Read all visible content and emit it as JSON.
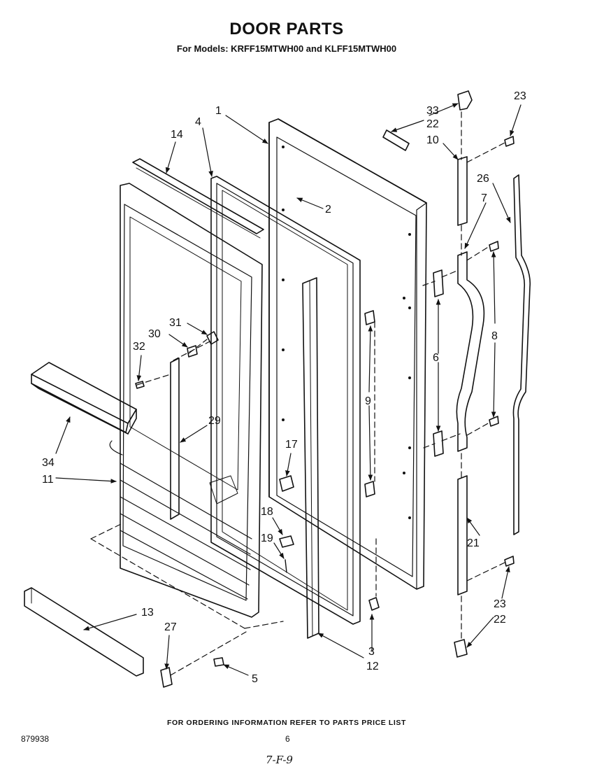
{
  "title": "DOOR PARTS",
  "subtitle": "For Models: KRFF15MTWH00 and KLFF15MTWH00",
  "footer_note": "FOR ORDERING INFORMATION REFER TO PARTS PRICE LIST",
  "doc_number": "879938",
  "page_number": "6",
  "handwritten_note": "7-F-9",
  "callouts": {
    "c1": "1",
    "c2": "2",
    "c3": "3",
    "c4": "4",
    "c5": "5",
    "c6": "6",
    "c7": "7",
    "c8": "8",
    "c9": "9",
    "c10": "10",
    "c11": "11",
    "c12": "12",
    "c13": "13",
    "c14": "14",
    "c17": "17",
    "c18": "18",
    "c19": "19",
    "c21": "21",
    "c22a": "22",
    "c22b": "22",
    "c23a": "23",
    "c23b": "23",
    "c26": "26",
    "c27": "27",
    "c29": "29",
    "c30": "30",
    "c31": "31",
    "c32": "32",
    "c33": "33",
    "c34": "34"
  }
}
